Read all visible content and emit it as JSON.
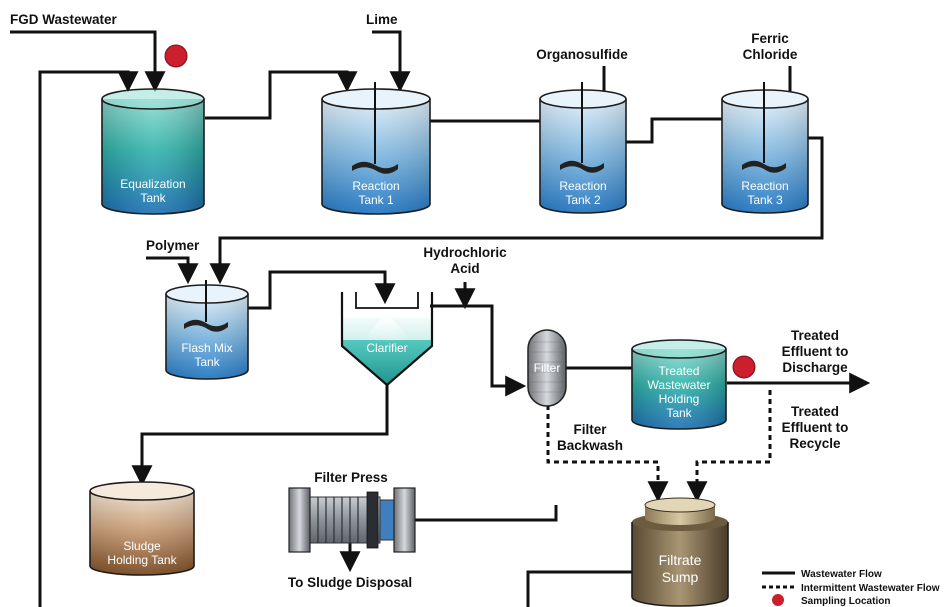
{
  "inputs": {
    "fgd_wastewater": "FGD Wastewater",
    "lime": "Lime",
    "organosulfide": "Organosulfide",
    "ferric_line1": "Ferric",
    "ferric_line2": "Chloride",
    "polymer": "Polymer",
    "hcl_line1": "Hydrochloric",
    "hcl_line2": "Acid"
  },
  "units": {
    "equalization_line1": "Equalization",
    "equalization_line2": "Tank",
    "reaction1_line1": "Reaction",
    "reaction1_line2": "Tank 1",
    "reaction2_line1": "Reaction",
    "reaction2_line2": "Tank 2",
    "reaction3_line1": "Reaction",
    "reaction3_line2": "Tank 3",
    "flashmix_line1": "Flash Mix",
    "flashmix_line2": "Tank",
    "clarifier": "Clarifier",
    "filter": "Filter",
    "holding_line1": "Treated",
    "holding_line2": "Wastewater",
    "holding_line3": "Holding",
    "holding_line4": "Tank",
    "sludge_line1": "Sludge",
    "sludge_line2": "Holding Tank",
    "filter_press": "Filter Press",
    "sump_line1": "Filtrate",
    "sump_line2": "Sump"
  },
  "outputs": {
    "discharge_line1": "Treated",
    "discharge_line2": "Effluent to",
    "discharge_line3": "Discharge",
    "recycle_line1": "Treated",
    "recycle_line2": "Effluent to",
    "recycle_line3": "Recycle",
    "backwash_line1": "Filter",
    "backwash_line2": "Backwash",
    "sludge_disposal": "To Sludge Disposal"
  },
  "legend": {
    "flow": "Wastewater Flow",
    "intermittent": "Intermittent Wastewater Flow",
    "sampling": "Sampling Location"
  },
  "colors": {
    "line": "#111111",
    "sampling_marker": "#cc1f2d",
    "teal_water": "#2fb0a6",
    "blue_water": "#2f86c8",
    "sludge": "#8a5a2e",
    "steel": "#9aa0a6"
  }
}
